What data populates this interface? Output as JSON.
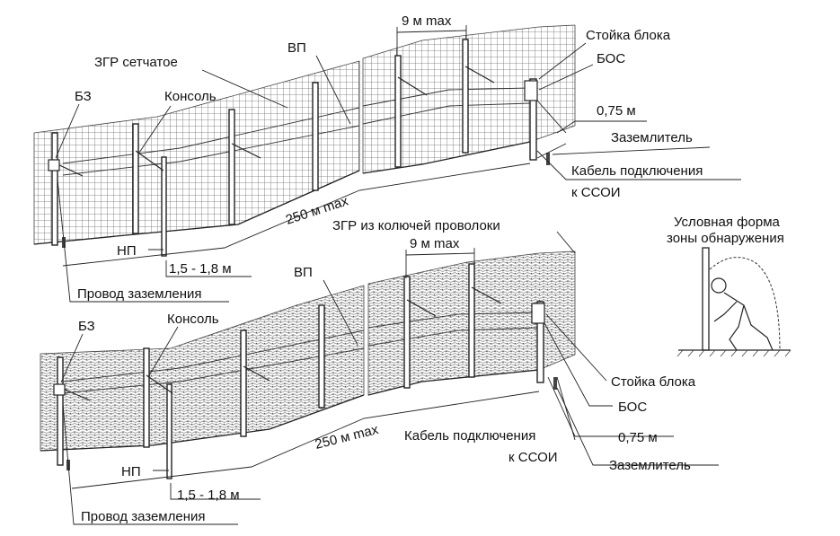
{
  "top_fence": {
    "zgr_label": "ЗГР сетчатое",
    "vp_label": "ВП",
    "bz_label": "БЗ",
    "console_label": "Консоль",
    "spacing_label": "9 м max",
    "post_label": "Стойка блока",
    "bos_label": "БОС",
    "height_label": "0,75 м",
    "grounder_label": "Заземлитель",
    "cable_label_1": "Кабель подключения",
    "cable_label_2": "к ССОИ",
    "length_label": "250 м max",
    "np_label": "НП",
    "range_label": "1,5 - 1,8 м",
    "ground_wire_label": "Провод заземления"
  },
  "bottom_fence": {
    "zgr_label": "ЗГР из колючей проволоки",
    "vp_label": "ВП",
    "bz_label": "БЗ",
    "console_label": "Консоль",
    "spacing_label": "9 м max",
    "post_label": "Стойка блока",
    "bos_label": "БОС",
    "height_label": "0,75 м",
    "grounder_label": "Заземлитель",
    "cable_label_1": "Кабель подключения",
    "cable_label_2": "к ССОИ",
    "length_label": "250 м max",
    "np_label": "НП",
    "range_label": "1,5 - 1,8 м",
    "ground_wire_label": "Провод заземления"
  },
  "detection_zone": {
    "title_line1": "Условная форма",
    "title_line2": "зоны обнаружения"
  }
}
